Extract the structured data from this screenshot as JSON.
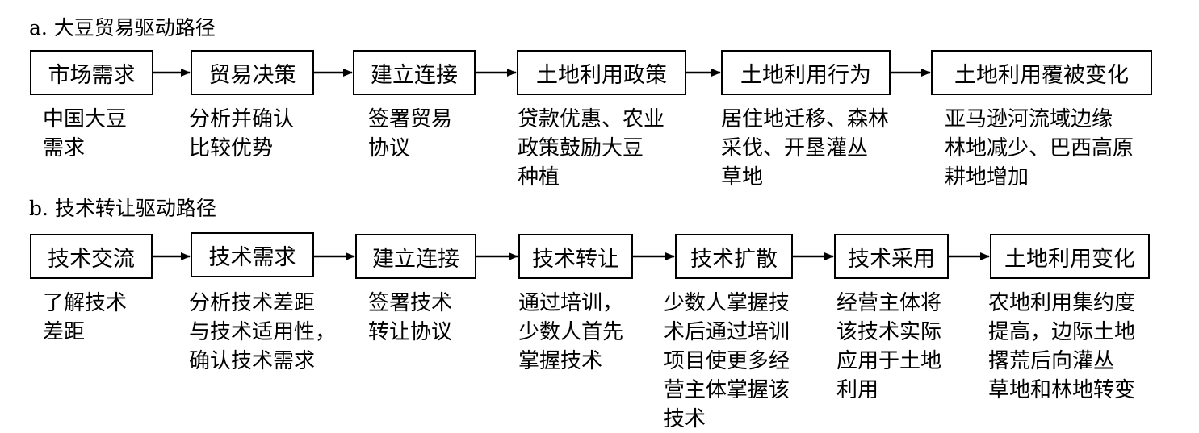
{
  "sections": [
    {
      "title": "a. 大豆贸易驱动路径",
      "steps": [
        {
          "label": "市场需求",
          "desc": "中国大豆\n需求"
        },
        {
          "label": "贸易决策",
          "desc": "分析并确认\n比较优势"
        },
        {
          "label": "建立连接",
          "desc": "签署贸易\n协议"
        },
        {
          "label": "土地利用政策",
          "desc": "贷款优惠、农业\n政策鼓励大豆\n种植"
        },
        {
          "label": "土地利用行为",
          "desc": "居住地迁移、森林\n采伐、开垦灌丛\n草地"
        },
        {
          "label": "土地利用覆被变化",
          "desc": "亚马逊河流域边缘\n林地减少、巴西高原\n耕地增加"
        }
      ]
    },
    {
      "title": "b. 技术转让驱动路径",
      "steps": [
        {
          "label": "技术交流",
          "desc": "了解技术\n差距"
        },
        {
          "label": "技术需求",
          "desc": "分析技术差距\n与技术适用性，\n确认技术需求"
        },
        {
          "label": "建立连接",
          "desc": "签署技术\n转让协议"
        },
        {
          "label": "技术转让",
          "desc": "通过培训，\n少数人首先\n掌握技术"
        },
        {
          "label": "技术扩散",
          "desc": "少数人掌握技\n术后通过培训\n项目使更多经\n营主体掌握该\n技术"
        },
        {
          "label": "技术采用",
          "desc": "经营主体将\n该技术实际\n应用于土地\n利用"
        },
        {
          "label": "土地利用变化",
          "desc": "农地利用集约度\n提高，边际土地\n撂荒后向灌丛\n草地和林地转变"
        }
      ]
    }
  ]
}
